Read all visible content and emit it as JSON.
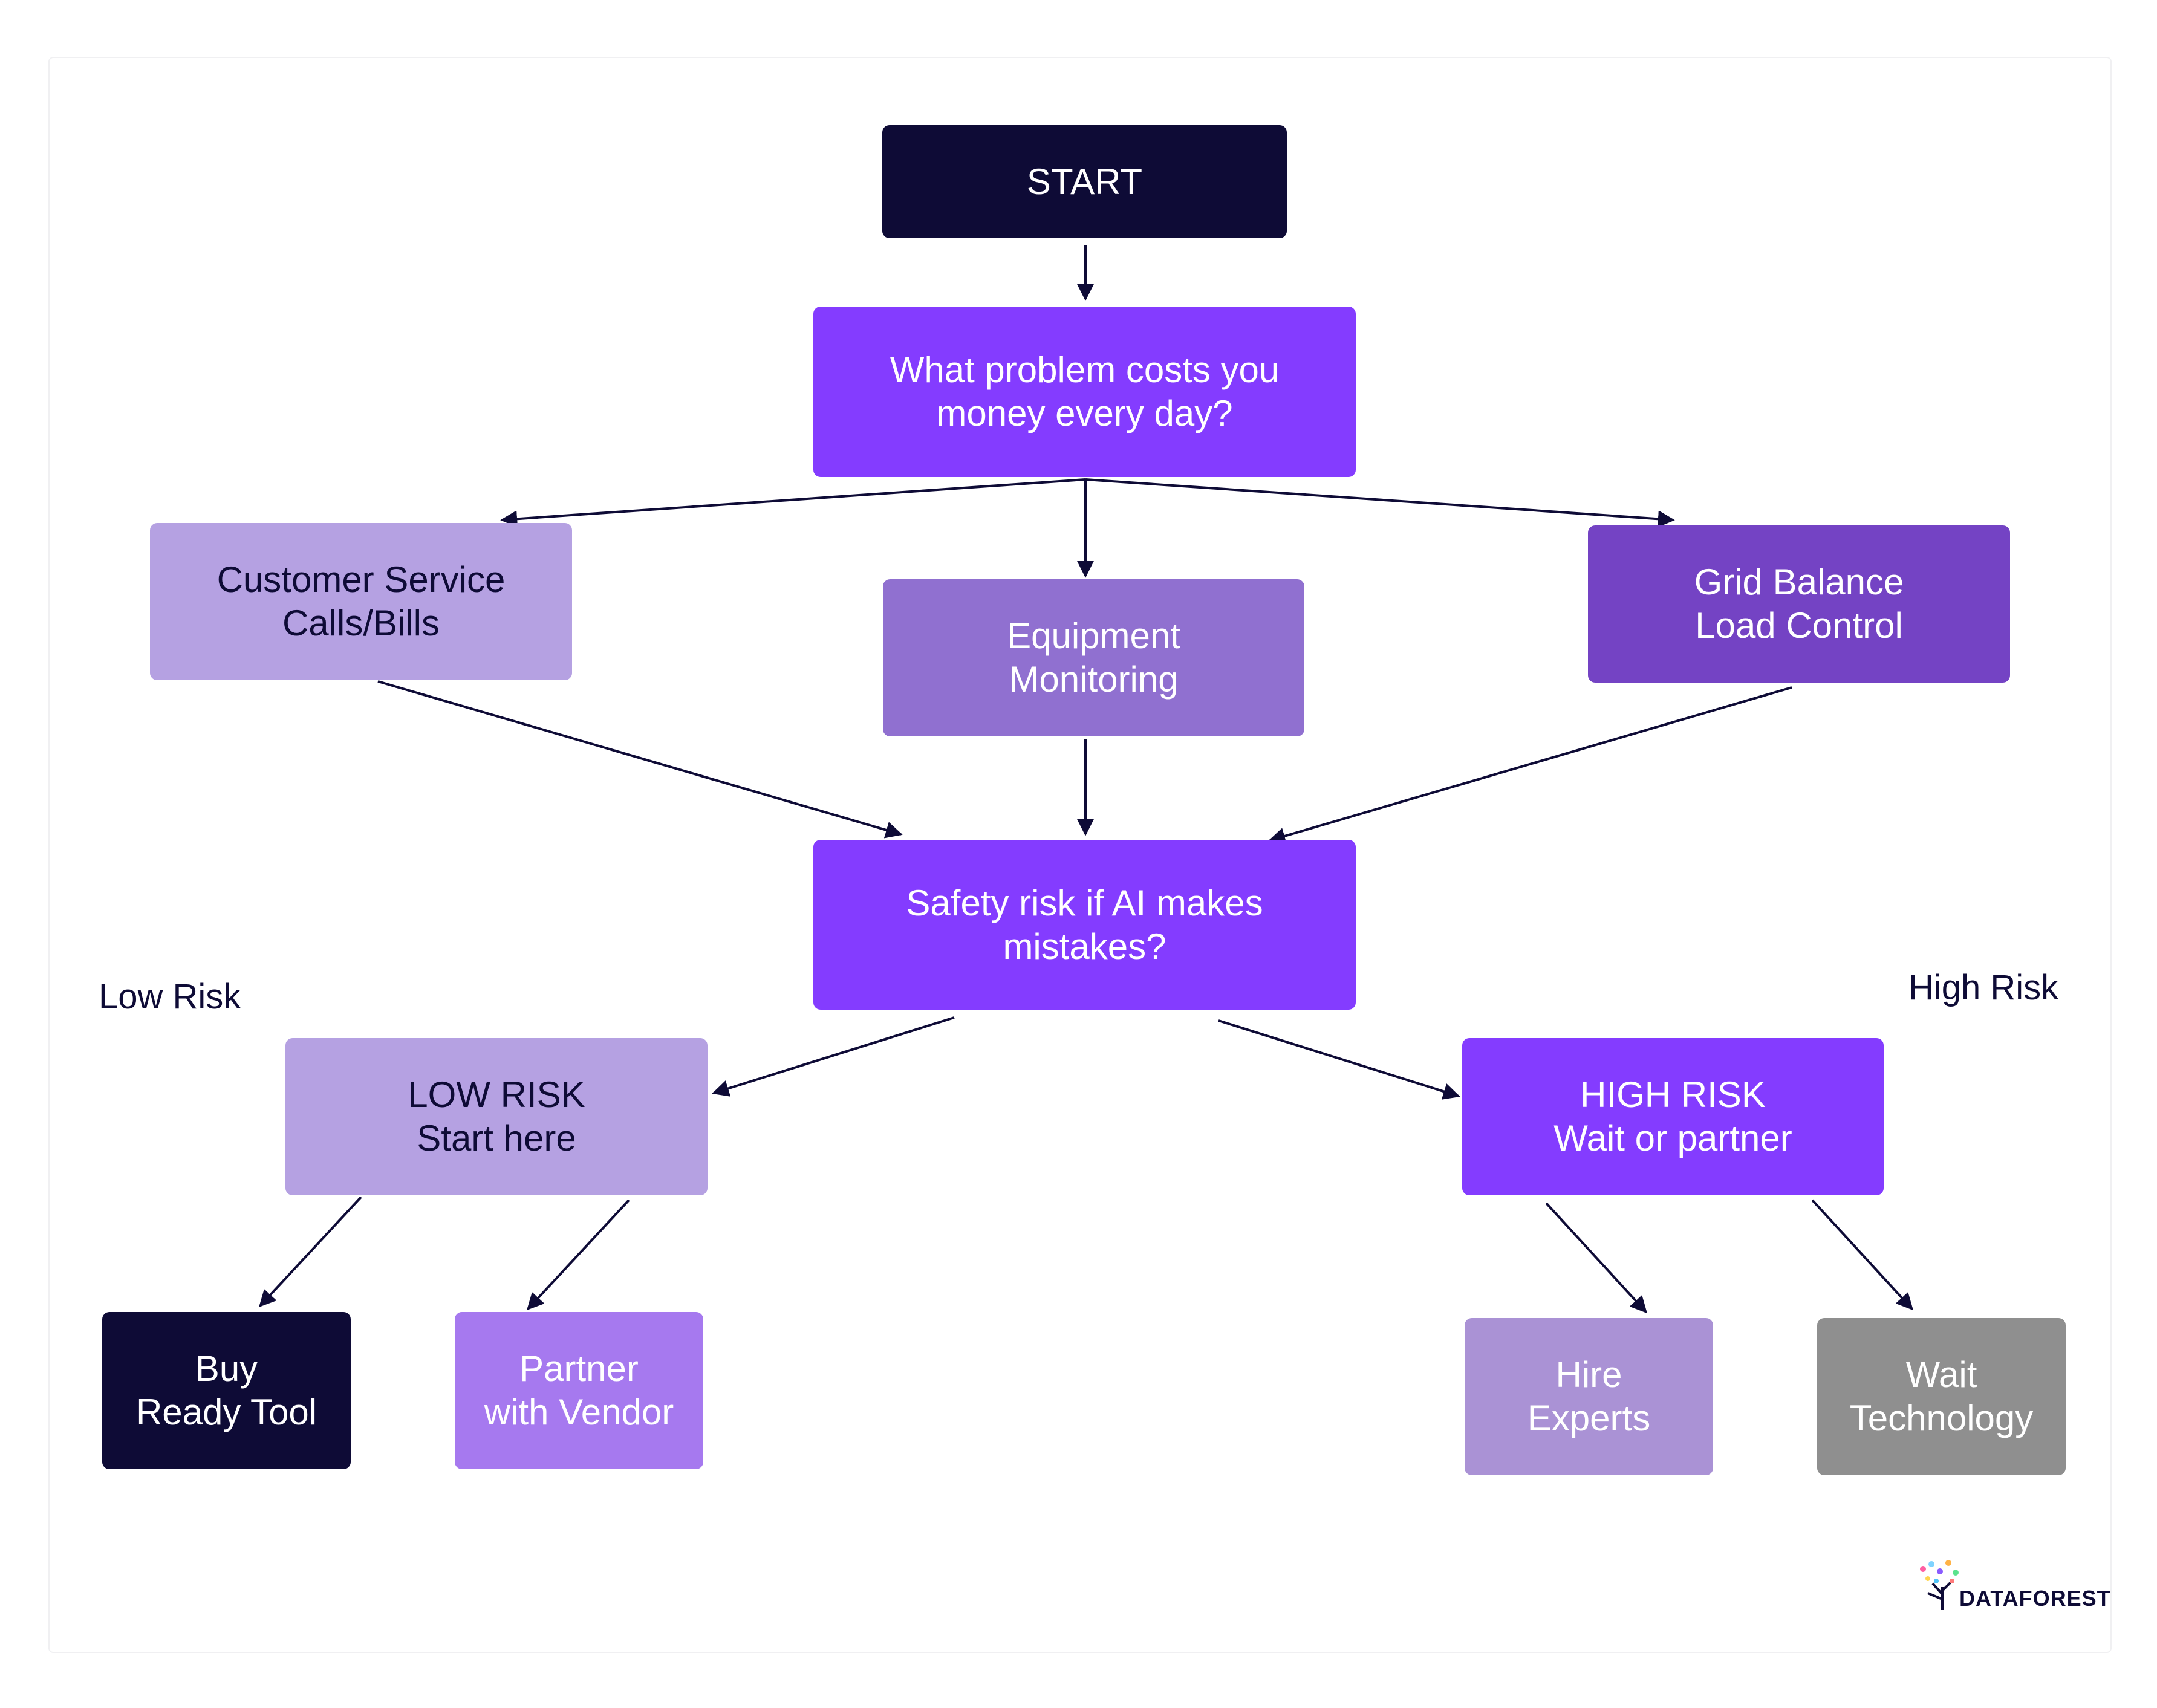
{
  "nodes": {
    "start": "START",
    "problem": "What problem costs you\nmoney every day?",
    "customer_service": "Customer Service\nCalls/Bills",
    "equipment": "Equipment\nMonitoring",
    "grid": "Grid Balance\nLoad Control",
    "safety": "Safety risk if AI makes\nmistakes?",
    "low_risk": "LOW RISK\nStart here",
    "high_risk": "HIGH RISK\nWait or partner",
    "buy_tool": "Buy\nReady Tool",
    "partner_vendor": "Partner\nwith Vendor",
    "hire_experts": "Hire\nExperts",
    "wait_tech": "Wait\nTechnology"
  },
  "labels": {
    "low_risk": "Low Risk",
    "high_risk": "High Risk"
  },
  "logo": {
    "text": "DATAFOREST"
  },
  "colors": {
    "dark": "#0e0b36",
    "violet": "#843cff",
    "lilac": "#b5a1e2",
    "grey": "#8f8f8f"
  }
}
